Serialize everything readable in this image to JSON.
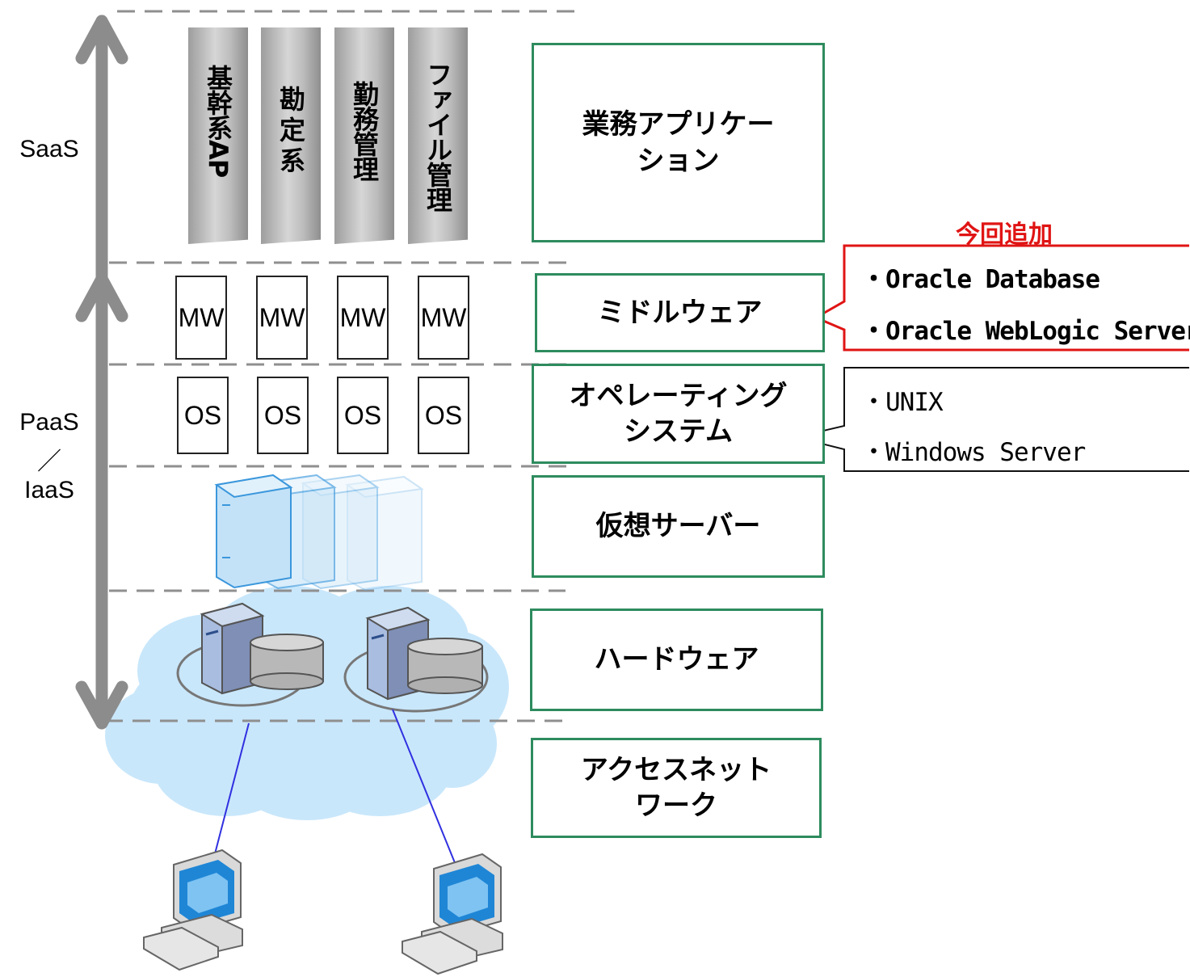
{
  "service_labels": {
    "saas": "SaaS",
    "paas": "PaaS",
    "slash": "／",
    "iaas": "IaaS"
  },
  "application_pillars": [
    "基幹系AP",
    "勘定系",
    "勤務管理",
    "ファイル管理"
  ],
  "middleware_boxes": [
    "MW",
    "MW",
    "MW",
    "MW"
  ],
  "os_boxes": [
    "OS",
    "OS",
    "OS",
    "OS"
  ],
  "layers": {
    "business_app": "業務アプリケー\nション",
    "middleware": "ミドルウェア",
    "os": "オペレーティング\nシステム",
    "virtual_server": "仮想サーバー",
    "hardware": "ハードウェア",
    "access_network": "アクセスネット\nワーク"
  },
  "middleware_callout": {
    "badge": "今回追加",
    "items": [
      "・Oracle Database",
      "・Oracle WebLogic Server"
    ]
  },
  "os_callout": {
    "items": [
      "・UNIX",
      "・Windows Server"
    ]
  },
  "colors": {
    "layer_border": "#2e8b5e",
    "callout_added": "#e01414",
    "arrow": "#8c8c8c",
    "cloud": "#c9e7fb",
    "network_line": "#3030e0"
  }
}
